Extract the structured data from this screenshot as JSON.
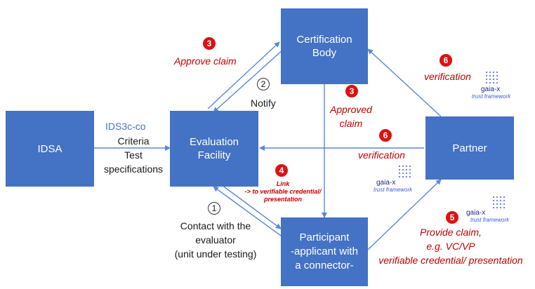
{
  "nodes": {
    "idsa": "IDSA",
    "evaluation_facility": "Evaluation\nFacility",
    "certification_body": "Certification\nBody",
    "partner": "Partner",
    "participant": "Participant\n-applicant with\na connector-"
  },
  "labels": {
    "ids3c": "IDS3c-co",
    "criteria": "Criteria\nTest\nspecifications",
    "approve_claim": "Approve claim",
    "notify": "Notify",
    "approved_claim": "Approved\nclaim",
    "verification_top": "verification",
    "verification_mid": "verification",
    "link": "Link\n-> to verifiable credential/\npresentation",
    "contact": "Contact with the\nevaluator\n(unit under testing)",
    "provide_claim": "Provide claim,\ne.g. VC/VP\nverifiable credential/ presentation"
  },
  "badges": {
    "b3_left": "3",
    "b2": "2",
    "b3_mid": "3",
    "b6_top": "6",
    "b6_mid": "6",
    "b4": "4",
    "b1": "1",
    "b5": "5"
  },
  "gaiax": {
    "name": "gaia-x",
    "sub": "trust framework"
  },
  "colors": {
    "box": "#4472c4",
    "arrow": "#5b87d6",
    "red": "#c00000",
    "badge": "#e01010"
  }
}
